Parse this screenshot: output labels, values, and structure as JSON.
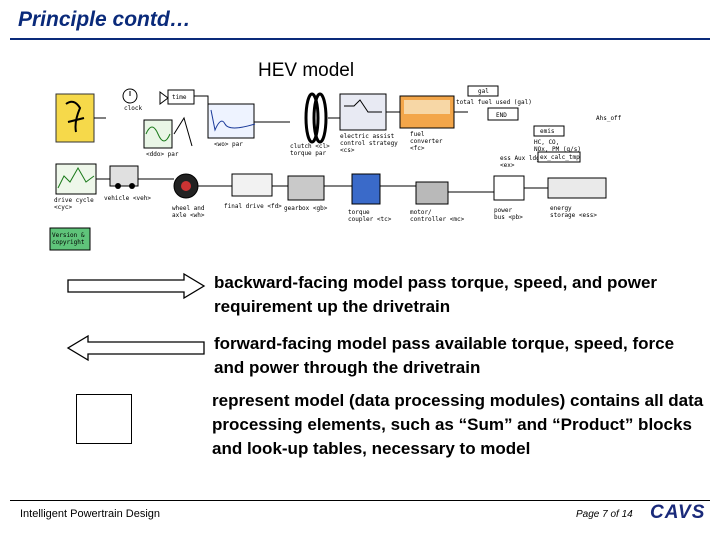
{
  "slide": {
    "title": "Principle contd…",
    "model_title": "HEV model"
  },
  "diagram": {
    "blocks": {
      "clock": "clock",
      "time": "time",
      "wo_par": "<wo> par",
      "clutch": "clutch <cl>\ntorque par",
      "electric_assist": "electric assist\ncontrol strategy\n<cs>",
      "fuel_converter": "fuel\nconverter\n<fc>",
      "gal": "gal",
      "total_fuel": "total fuel used (gal)",
      "end": "END",
      "ahs_off": "Ahs_off",
      "emis": "emis",
      "emissions": "HC, CO,\nNOx, PM (g/s)",
      "ess_aux": "ess Aux ldg\n<ex>",
      "ex_calc": "ex_calc_tmp",
      "drive_cycle": "drive cycle\n<cyc>",
      "ddo_par": "<ddo> par",
      "vehicle": "vehicle <veh>",
      "wheel_axle": "wheel and\naxle <wh>",
      "final_drive": "final drive <fd>",
      "gearbox": "gearbox <gb>",
      "torque_coupler": "torque\ncoupler <tc>",
      "motor_controller": "motor/\ncontroller <mc>",
      "power_bus": "power\nbus <pb>",
      "energy_storage": "energy\nstorage <ess>",
      "version": "Version &\ncopyright"
    }
  },
  "legend": [
    {
      "type": "backward-arrow",
      "text": "backward-facing model pass torque, speed, and power requirement up the drivetrain"
    },
    {
      "type": "forward-arrow",
      "text": "forward-facing model pass available torque, speed, force and power through the drivetrain"
    },
    {
      "type": "box",
      "text": "represent model (data processing modules) contains all data processing elements, such as “Sum” and “Product” blocks and look-up tables, necessary to model"
    }
  ],
  "footer": {
    "course": "Intelligent Powertrain Design",
    "page": "Page 7 of 14",
    "logo": "CAVS"
  }
}
